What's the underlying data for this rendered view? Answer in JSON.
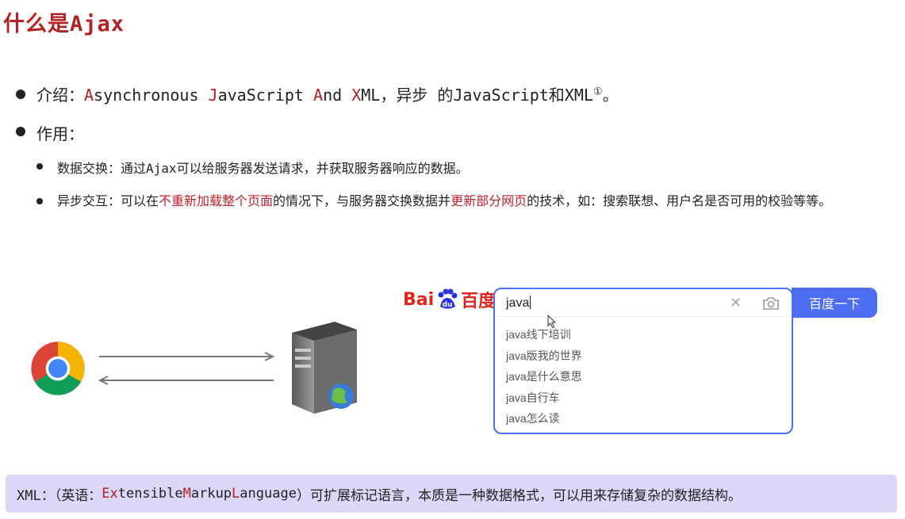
{
  "title": {
    "cn": "什么是",
    "en": "Ajax"
  },
  "intro": {
    "label": "介绍：",
    "parts": [
      {
        "hl": "A",
        "rest": "synchronous "
      },
      {
        "hl": "J",
        "rest": "avaScript "
      },
      {
        "hl": "A",
        "rest": "nd "
      },
      {
        "hl": "X",
        "rest": "ML，"
      }
    ],
    "suffix": "异步 的JavaScript和XML",
    "footnote_mark": "①",
    "end": "。"
  },
  "usage": {
    "label": "作用："
  },
  "data_exchange": {
    "label": "数据交换：",
    "text_a": "通过",
    "ajax": "Ajax",
    "text_b": "可以给服务器发送请求，并获取服务器响应的数据。"
  },
  "async_interaction": {
    "label": "异步交互：",
    "t1": "可以在",
    "h1": "不重新加载整个页面",
    "t2": "的情况下，与服务器交换数据并",
    "h2": "更新部分网页",
    "t3": "的技术，如：搜索联想、用户名是否可用的校验等等。"
  },
  "baidu": {
    "logo_bai": "Bai",
    "logo_du": "du",
    "logo_cn": "百度",
    "query": "java",
    "suggestions": [
      "java线下培训",
      "java版我的世界",
      "java是什么意思",
      "java自行车",
      "java怎么读"
    ],
    "button": "百度一下",
    "clear": "×"
  },
  "footer": {
    "prefix": "XML：（英语：",
    "w1": {
      "hl": "E",
      "rest": "x"
    },
    "w1b": {
      "hl": "",
      "rest": "tensible "
    },
    "w2": {
      "hl": "M",
      "rest": "arkup "
    },
    "w3": {
      "hl": "L",
      "rest": "anguage"
    },
    "suffix": "）可扩展标记语言，本质是一种数据格式，可以用来存储复杂的数据结构。"
  },
  "colors": {
    "accent": "#b22222",
    "baidu_blue": "#4e6ef2",
    "footer_bg": "#dcd7f7"
  }
}
